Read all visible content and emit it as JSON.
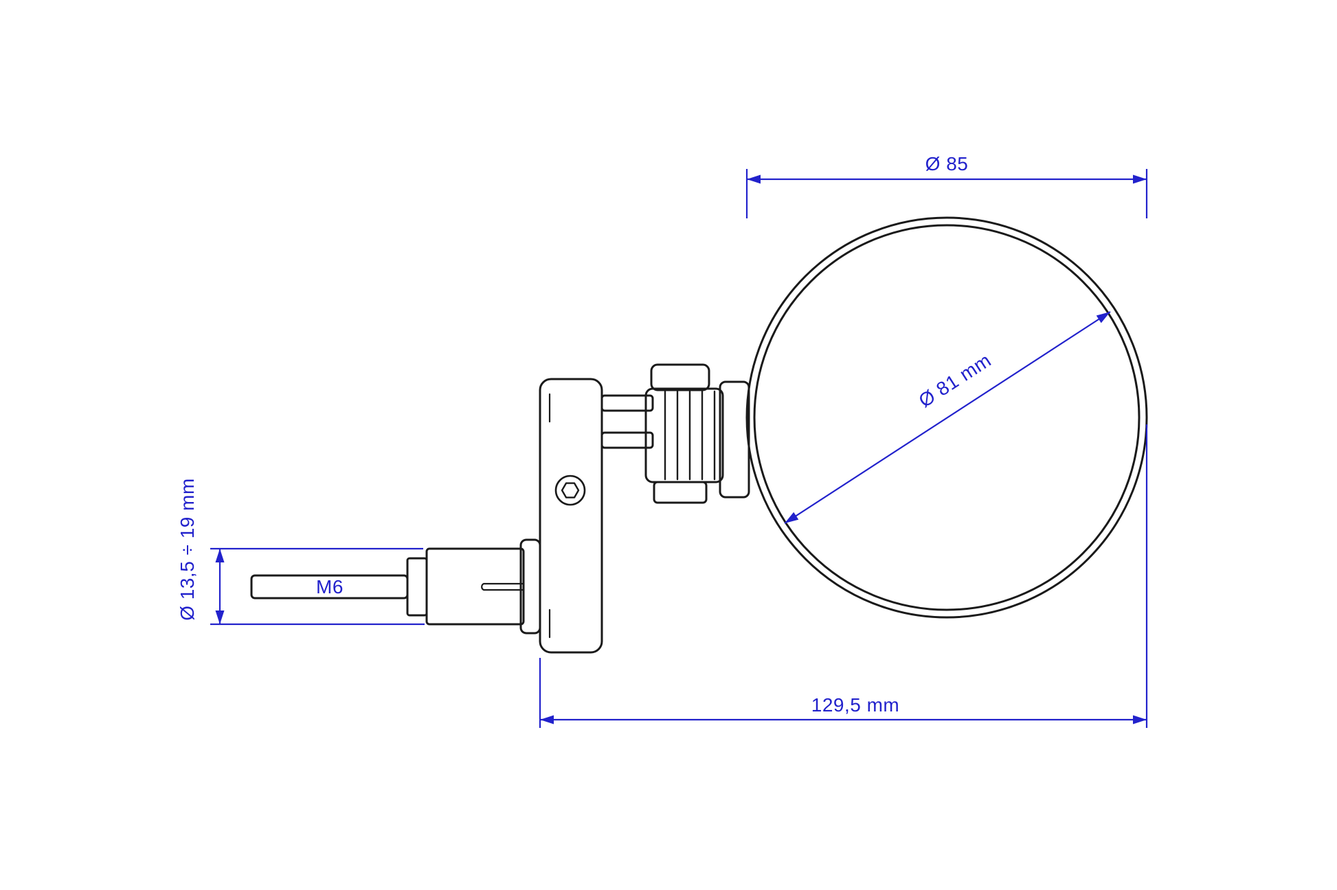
{
  "colors": {
    "outline": "#1a1a1a",
    "dimension": "#2222cc",
    "background": "#ffffff"
  },
  "labels": {
    "outer_diameter": "Ø 85",
    "glass_diameter": "Ø 81 mm",
    "overall_length": "129,5 mm",
    "expander_range": "Ø 13,5 ÷ 19 mm",
    "thread": "M6"
  }
}
